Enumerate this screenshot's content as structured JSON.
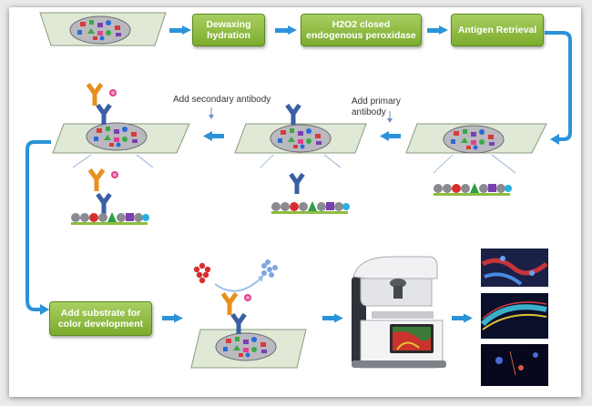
{
  "steps": {
    "dewaxing": "Dewaxing hydration",
    "h2o2": "H2O2 closed endogenous peroxidase",
    "antigen_retrieval": "Antigen Retrieval",
    "substrate": "Add substrate for color development"
  },
  "labels": {
    "add_secondary": "Add secondary antibody",
    "add_primary": "Add primary antibody"
  },
  "colors": {
    "step_box": "#8ebd3f",
    "arrow": "#2b93d9",
    "primary_antibody": "#3a5fa3",
    "secondary_antibody": "#e8901c",
    "enzyme_label": "#e0408a"
  }
}
